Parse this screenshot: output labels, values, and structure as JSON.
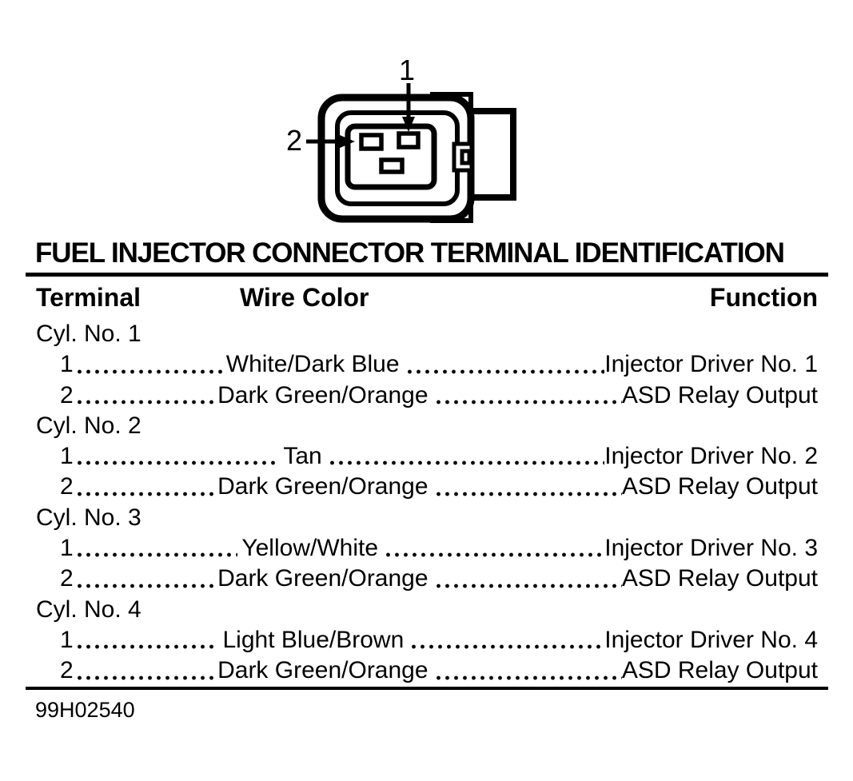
{
  "page": {
    "title": "FUEL INJECTOR CONNECTOR TERMINAL IDENTIFICATION",
    "figure_number": "99H02540"
  },
  "diagram": {
    "name": "fuel-injector-connector-face-view",
    "labels": {
      "terminal1": "1",
      "terminal2": "2"
    }
  },
  "table": {
    "headers": {
      "terminal": "Terminal",
      "wire_color": "Wire Color",
      "function": "Function"
    },
    "groups": [
      {
        "label": "Cyl. No. 1",
        "rows": [
          {
            "terminal": "1",
            "wire_color": "White/Dark Blue",
            "function": "Injector Driver No. 1"
          },
          {
            "terminal": "2",
            "wire_color": "Dark Green/Orange",
            "function": "ASD Relay Output"
          }
        ]
      },
      {
        "label": "Cyl. No. 2",
        "rows": [
          {
            "terminal": "1",
            "wire_color": "Tan",
            "function": "Injector Driver No. 2"
          },
          {
            "terminal": "2",
            "wire_color": "Dark Green/Orange",
            "function": "ASD Relay Output"
          }
        ]
      },
      {
        "label": "Cyl. No. 3",
        "rows": [
          {
            "terminal": "1",
            "wire_color": "Yellow/White",
            "function": "Injector Driver No. 3"
          },
          {
            "terminal": "2",
            "wire_color": "Dark Green/Orange",
            "function": "ASD Relay Output"
          }
        ]
      },
      {
        "label": "Cyl. No. 4",
        "rows": [
          {
            "terminal": "1",
            "wire_color": "Light Blue/Brown",
            "function": "Injector Driver No. 4"
          },
          {
            "terminal": "2",
            "wire_color": "Dark Green/Orange",
            "function": "ASD Relay Output"
          }
        ]
      }
    ]
  },
  "colors": {
    "ink": "#000000",
    "paper": "#ffffff"
  }
}
